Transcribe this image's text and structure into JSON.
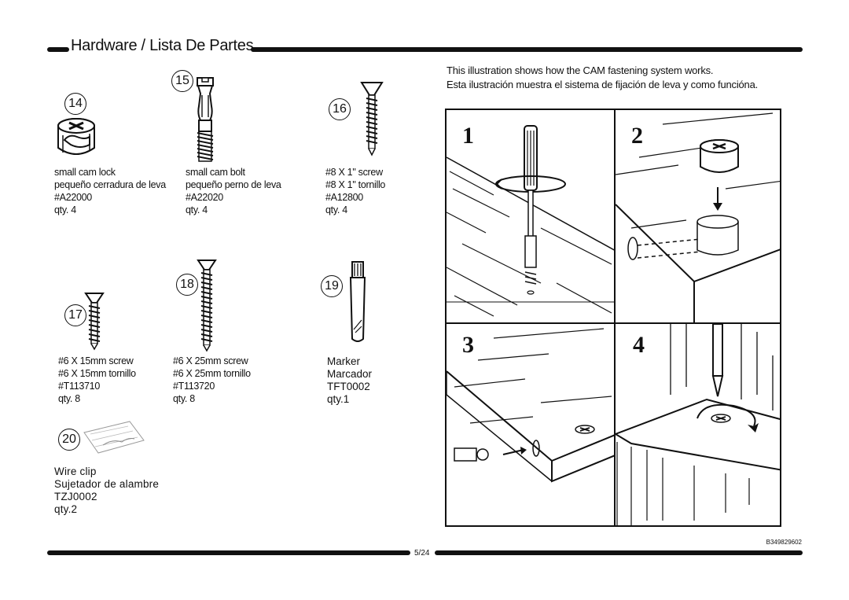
{
  "header": {
    "title": "Hardware / Lista De Partes"
  },
  "intro": {
    "line_en": "This illustration shows how the CAM fastening system works.",
    "line_es": "Esta ilustración muestra el sistema de fijación de leva y como funcióna."
  },
  "parts": [
    {
      "num": "14",
      "icon": "cam-lock-icon",
      "lines": [
        "small cam lock",
        "pequeño cerradura de leva",
        "#A22000",
        "qty. 4"
      ]
    },
    {
      "num": "15",
      "icon": "cam-bolt-icon",
      "lines": [
        "small cam bolt",
        "pequeño perno de leva",
        "#A22020",
        "qty. 4"
      ]
    },
    {
      "num": "16",
      "icon": "screw-icon",
      "lines": [
        "#8 X 1\" screw",
        "#8 X 1\" tornillo",
        "#A12800",
        "qty. 4"
      ]
    },
    {
      "num": "17",
      "icon": "screw-icon",
      "lines": [
        "#6 X 15mm screw",
        "#6 X 15mm tornillo",
        "#T113710",
        "qty. 8"
      ]
    },
    {
      "num": "18",
      "icon": "screw-icon",
      "lines": [
        "#6 X 25mm screw",
        "#6 X 25mm tornillo",
        "#T113720",
        "qty. 8"
      ]
    },
    {
      "num": "19",
      "icon": "marker-icon",
      "lines": [
        "Marker",
        "Marcador",
        "TFT0002",
        "qty.1"
      ]
    },
    {
      "num": "20",
      "icon": "wire-clip-icon",
      "lines": [
        "Wire clip",
        "Sujetador de alambre",
        "TZJ0002",
        "qty.2"
      ]
    }
  ],
  "steps": [
    "1",
    "2",
    "3",
    "4"
  ],
  "footer": {
    "page": "5/24",
    "code": "B349829602"
  }
}
